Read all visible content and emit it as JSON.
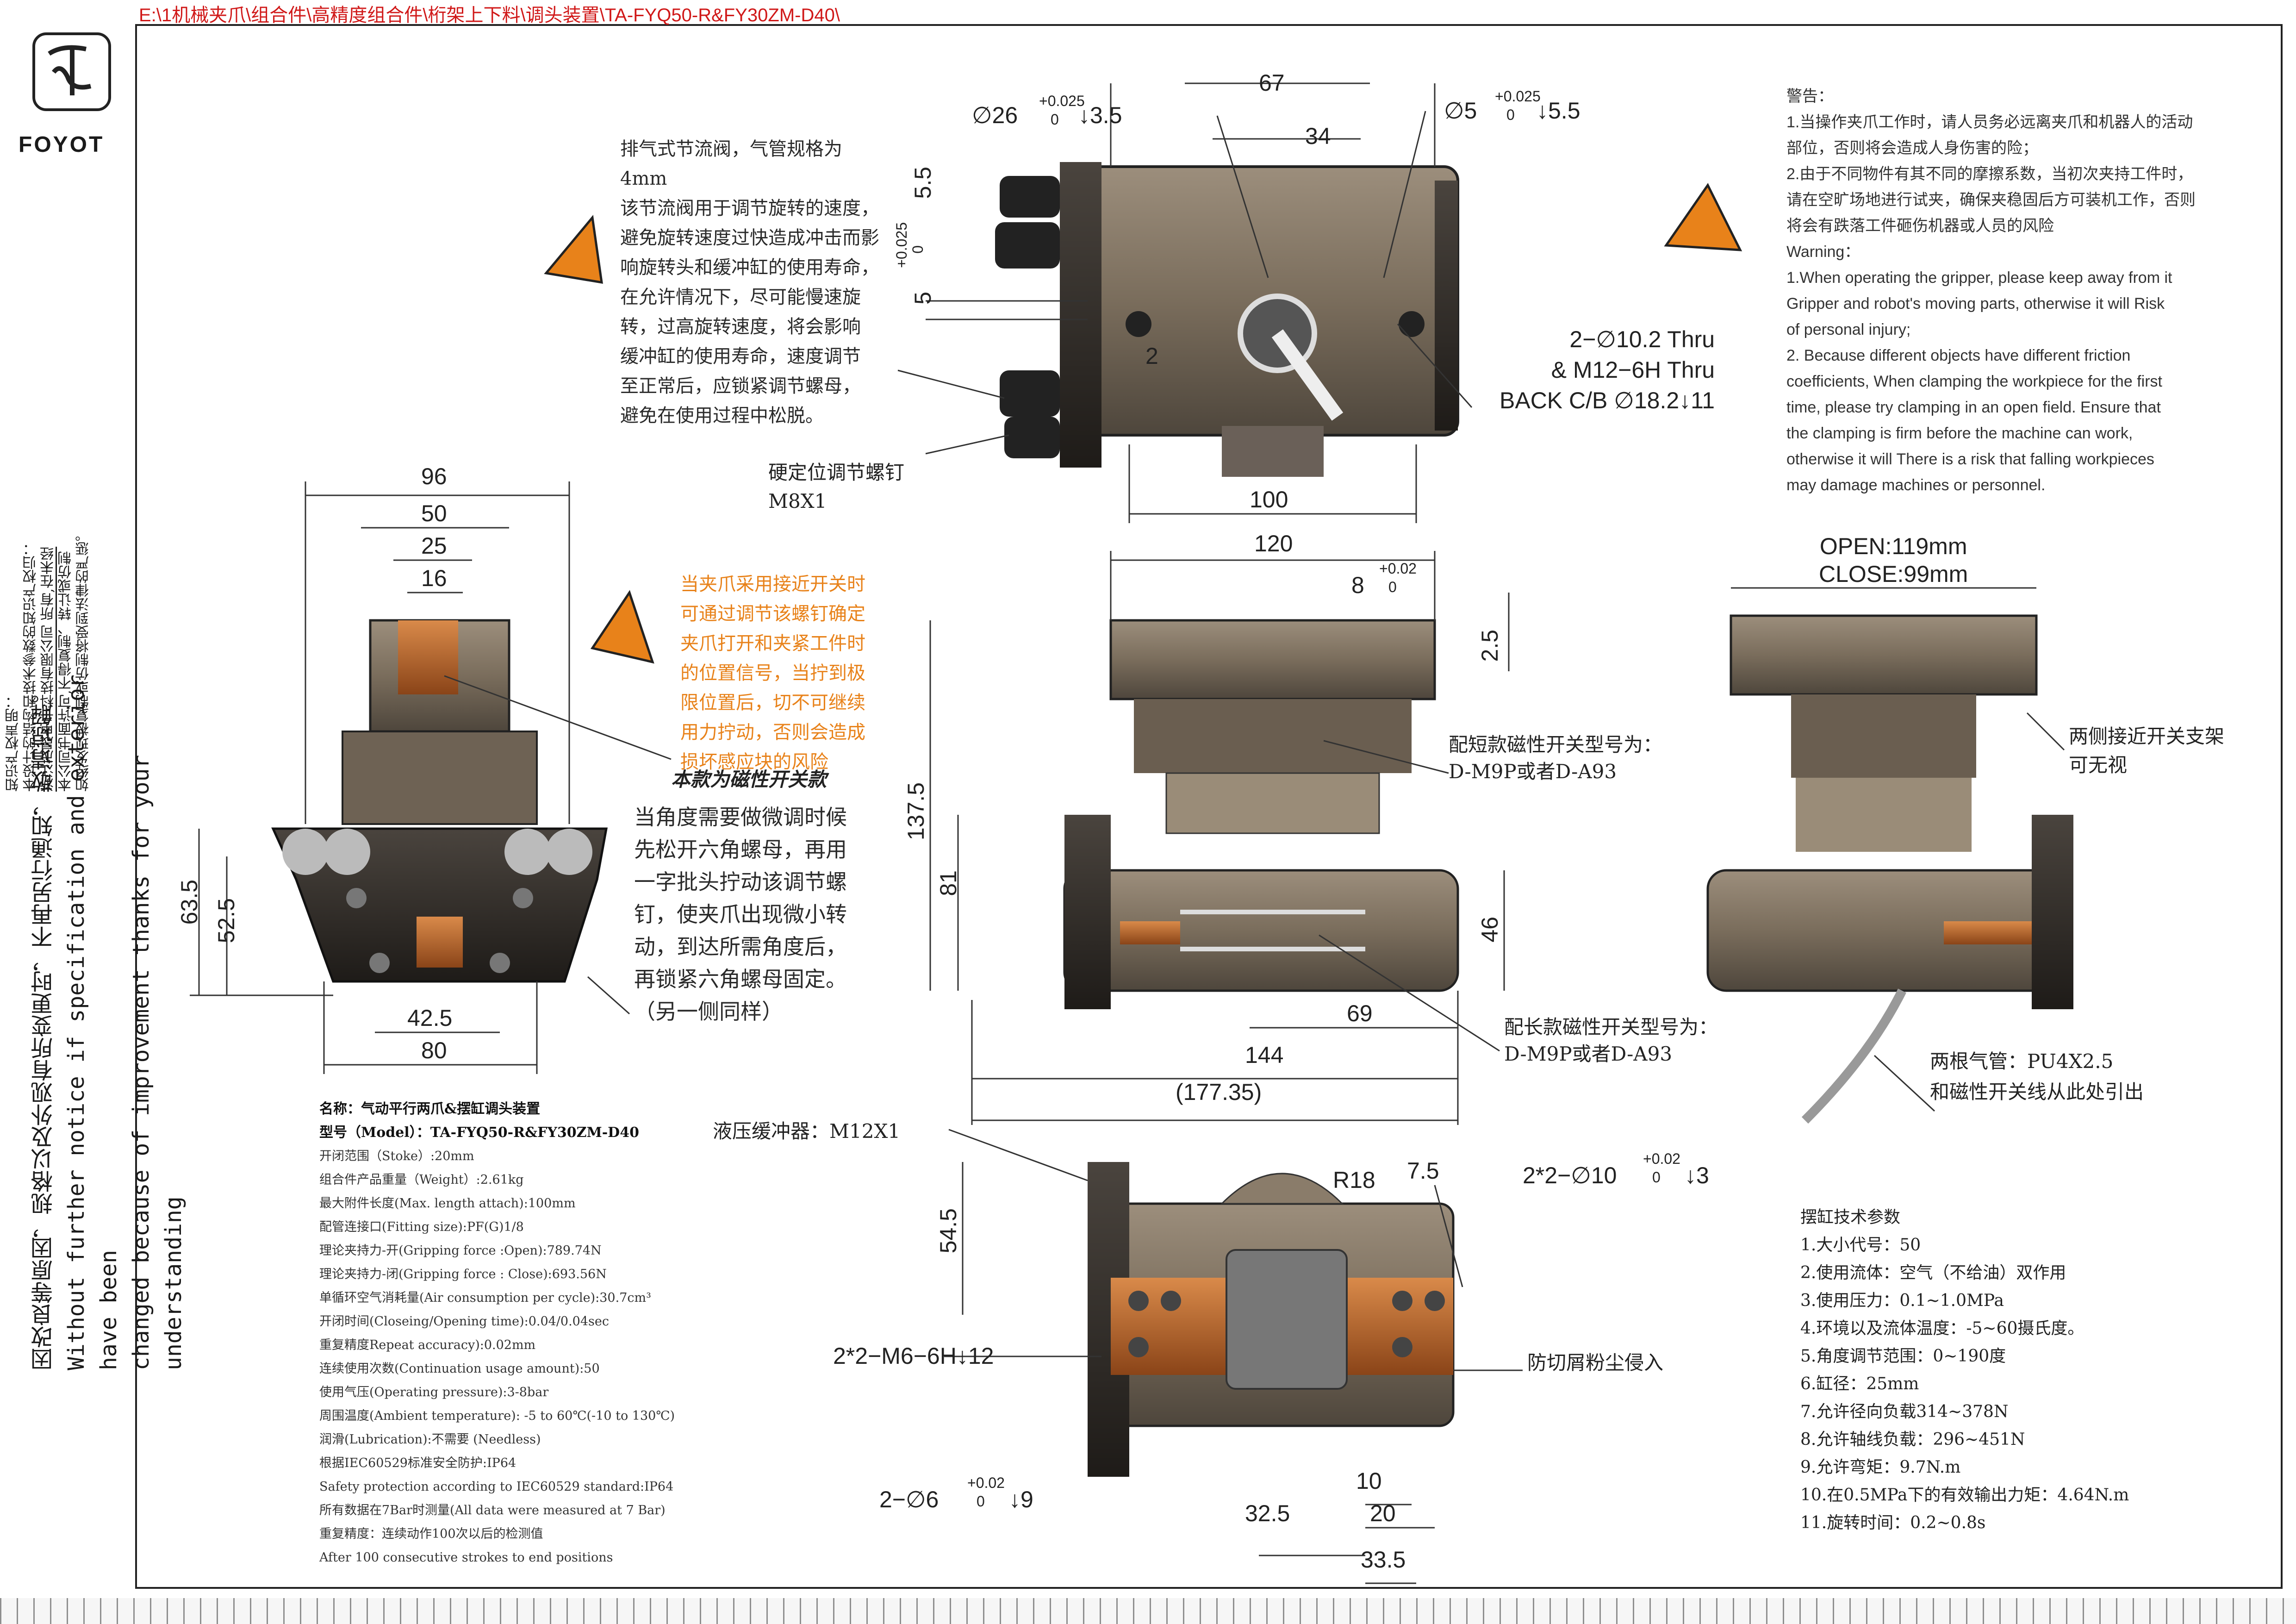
{
  "header": {
    "path": "E:\\1机械夹爪\\组合件\\高精度组合件\\桁架上下料\\调头装置\\TA-FYQ50-R&FY30ZM-D40\\"
  },
  "brand": {
    "name": "FOYOT"
  },
  "ip_notice": {
    "lines": [
      "知识产权声明：",
      "本设计的结构和技术参数的知识产权归：",
      "浙江茂晟电子科技有限公司 所有,在未经",
      "本公司书面许可,不得复制、转让或仿制",
      "如经发现被复制或仿制将受到法律的严惩。"
    ]
  },
  "disclaimer": {
    "lines": [
      "因改良等原因，规格以及外观有所变更时，不再另行通知，敬请谅解。",
      "Without further  notice if specification and exterior have been",
      "changed because of improvement thanks for your understanding"
    ]
  },
  "notes": {
    "exhaust": [
      "排气式节流阀，气管规格为4mm",
      "该节流阀用于调节旋转的速度，",
      "避免旋转速度过快造成冲击而影",
      "响旋转头和缓冲缸的使用寿命，",
      "在允许情况下，尽可能慢速旋",
      "转，过高旋转速度，将会影响",
      "缓冲缸的使用寿命，速度调节",
      "至正常后，应锁紧调节螺母，",
      "避免在使用过程中松脱。"
    ],
    "proximity": [
      "当夹爪采用接近开关时",
      "可通过调节该螺钉确定",
      "夹爪打开和夹紧工件时",
      "的位置信号，当拧到极",
      "限位置后，切不可继续",
      "用力拧动，否则会造成",
      "损坏感应块的风险"
    ],
    "magnetic_title": "本款为磁性开关款",
    "angle": [
      "当角度需要做微调时候",
      "先松开六角螺母，再用",
      "一字批头拧动该调节螺",
      "钉，使夹爪出现微小转",
      "动，到达所需角度后，",
      "再锁紧六角螺母固定。",
      "（另一侧同样）"
    ],
    "stop_screw": [
      "硬定位调节螺钉",
      "M8X1"
    ],
    "short_switch": [
      "配短款磁性开关型号为：",
      "D-M9P或者D-A93"
    ],
    "long_switch": [
      "配长款磁性开关型号为：",
      "D-M9P或者D-A93"
    ],
    "bracket": [
      "两侧接近开关支架",
      "可无视"
    ],
    "tubes": [
      "两根气管：PU4X2.5",
      "和磁性开关线从此处引出"
    ],
    "buffer": "液压缓冲器：M12X1",
    "dust": "防切屑粉尘侵入",
    "open_close": [
      "OPEN:119mm",
      "CLOSE:99mm"
    ]
  },
  "warning": {
    "lines": [
      "警告：",
      "1.当操作夹爪工作时，请人员务必远离夹爪和机器人的活动",
      "部位，否则将会造成人身伤害的险；",
      "2.由于不同物件有其不同的摩擦系数，当初次夹持工件时，",
      "请在空旷场地进行试夹，确保夹稳固后方可装机工作，否则",
      "将会有跌落工件砸伤机器或人员的风险",
      "Warning：",
      "1.When operating the gripper, please keep away from it",
      "Gripper and robot's moving parts, otherwise it will Risk",
      "of personal injury;",
      "2. Because different objects have different friction",
      "coefficients, When clamping the workpiece for the first",
      "time, please try clamping in an open field. Ensure that",
      "the clamping is firm before the machine can work,",
      "otherwise it will There is a risk that falling workpieces",
      "may damage machines or personnel."
    ]
  },
  "specs": {
    "lines": [
      "名称：气动平行两爪&摆缸调头装置",
      "型号（Model）：TA-FYQ50-R&FY30ZM-D40",
      "开闭范围（Stoke）:20mm",
      "组合件产品重量（Weight）:2.61kg",
      "最大附件长度(Max. length attach):100mm",
      "配管连接口(Fitting size):PF(G)1/8",
      "理论夹持力-开(Gripping force :Open):789.74N",
      "理论夹持力-闭(Gripping force : Close):693.56N",
      "单循环空气消耗量(Air consumption per cycle):30.7cm³",
      "开闭时间(Closeing/Opening time):0.04/0.04sec",
      "重复精度Repeat accuracy):0.02mm",
      "连续使用次数(Continuation usage amount):50",
      "使用气压(Operating pressure):3-8bar",
      "周围温度(Ambient temperature): -5 to 60℃(-10 to 130℃)",
      "润滑(Lubrication):不需要 (Needless)",
      "根据IEC60529标准安全防护:IP64",
      "Safety protection according to IEC60529 standard:IP64",
      "所有数据在7Bar时测量(All data were measured at 7 Bar)",
      "重复精度：连续动作100次以后的检测值",
      "After 100 consecutive strokes to end positions"
    ]
  },
  "swing_params": {
    "title": "摆缸技术参数",
    "lines": [
      "1.大小代号：50",
      "2.使用流体：空气（不给油）双作用",
      "3.使用压力：0.1~1.0MPa",
      "4.环境以及流体温度：-5~60摄氏度。",
      "5.角度调节范围：0~190度",
      "6.缸径：25mm",
      "7.允许径向负载314~378N",
      "8.允许轴线负载：296~451N",
      "9.允许弯矩：9.7N.m",
      "10.在0.5MPa下的有效输出力矩：4.64N.m",
      "11.旋转时间：0.2~0.8s"
    ]
  },
  "dims": {
    "top": {
      "d26": "∅26",
      "tol1": "+0.025",
      "tol1b": "0",
      "d26b": "↓3.5",
      "d67": "67",
      "d34": "34",
      "d5": "∅5",
      "tol2": "+0.025",
      "tol2b": "0",
      "d5b": "↓5.5",
      "v55": "5.5",
      "vtol": "+0.025",
      "vtolb": "0",
      "v5": "5",
      "h2": "2",
      "d100": "100",
      "thru": [
        "2−∅10.2 Thru",
        "& M12−6H Thru",
        "BACK C/B  ∅18.2↓11"
      ]
    },
    "left": {
      "d96": "96",
      "d50": "50",
      "d25": "25",
      "d16": "16",
      "d635": "63.5",
      "d525": "52.5",
      "d425": "42.5",
      "d80": "80"
    },
    "center": {
      "d120": "120",
      "d8": "8",
      "tol": "+0.02",
      "tolb": "0",
      "d25": "2.5",
      "d1375": "137.5",
      "d81": "81",
      "d46": "46",
      "d69": "69",
      "d144": "144",
      "d17735": "(177.35)"
    },
    "bottom": {
      "r18": "R18",
      "d75": "7.5",
      "hole": "2*2−∅10",
      "tol": "+0.02",
      "tolb": "0",
      "holeb": "↓3",
      "d545": "54.5",
      "m6": "2*2−M6−6H↓12",
      "d6": "2−∅6",
      "tol6": "+0.02",
      "tol6b": "0",
      "d6b": "↓9",
      "d325": "32.5",
      "d10": "10",
      "d20": "20",
      "d335": "33.5"
    }
  },
  "colors": {
    "metal_dark": "#3a342e",
    "metal_light": "#8a7c6a",
    "copper": "#b8652a",
    "warn_orange": "#e8821a",
    "path_red": "#d01818"
  }
}
